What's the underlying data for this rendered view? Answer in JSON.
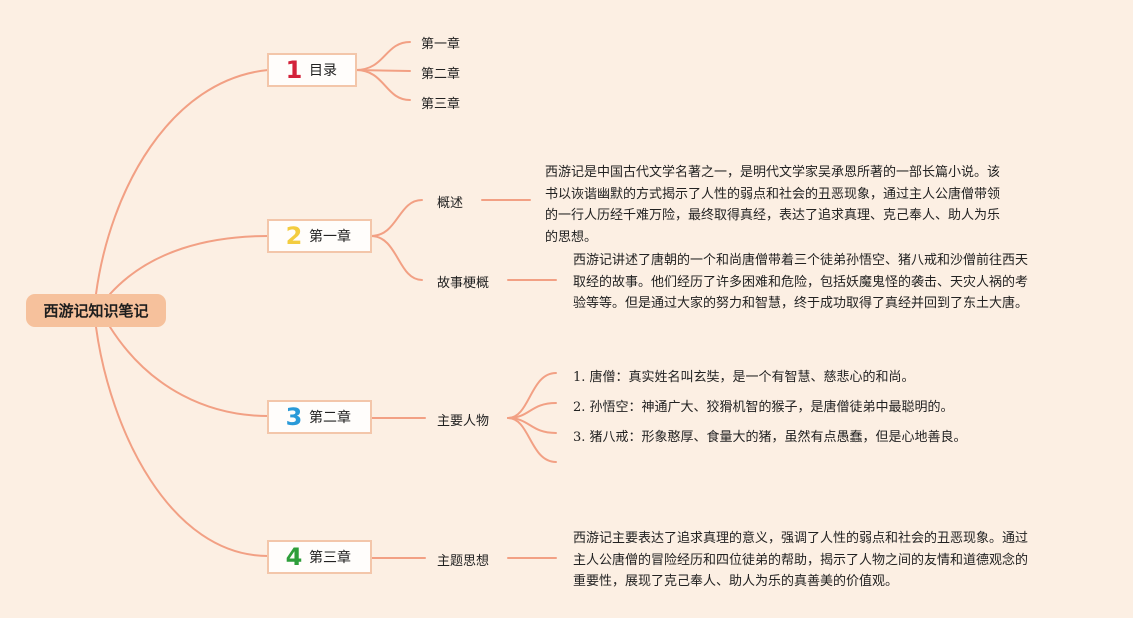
{
  "root": {
    "title": "西游记知识笔记"
  },
  "chapters": [
    {
      "number": "1",
      "number_color": "#d3223a",
      "label": "目录",
      "subs": [
        {
          "label": "第一章"
        },
        {
          "label": "第二章"
        },
        {
          "label": "第三章"
        }
      ]
    },
    {
      "number": "2",
      "number_color": "#f3cc3f",
      "label": "第一章",
      "subs": [
        {
          "label": "概述",
          "lines": [
            "西游记是中国古代文学名著之一，是明代文学家吴承恩所著的一部长篇小说。该",
            "书以诙谐幽默的方式揭示了人性的弱点和社会的丑恶现象，通过主人公唐僧带领",
            "的一行人历经千难万险，最终取得真经，表达了追求真理、克己奉人、助人为乐",
            "的思想。"
          ]
        },
        {
          "label": "故事梗概",
          "lines": [
            "西游记讲述了唐朝的一个和尚唐僧带着三个徒弟孙悟空、猪八戒和沙僧前往西天",
            "取经的故事。他们经历了许多困难和危险，包括妖魔鬼怪的袭击、天灾人祸的考",
            "验等等。但是通过大家的努力和智慧，终于成功取得了真经并回到了东土大唐。"
          ]
        }
      ]
    },
    {
      "number": "3",
      "number_color": "#2a9ad8",
      "label": "第二章",
      "subs": [
        {
          "label": "主要人物",
          "items": [
            {
              "idx": "1.",
              "text": "唐僧：真实姓名叫玄奘，是一个有智慧、慈悲心的和尚。"
            },
            {
              "idx": "2.",
              "text": "孙悟空：神通广大、狡猾机智的猴子，是唐僧徒弟中最聪明的。"
            },
            {
              "idx": "3.",
              "text": "猪八戒：形象憨厚、食量大的猪，虽然有点愚蠢，但是心地善良。"
            }
          ]
        }
      ]
    },
    {
      "number": "4",
      "number_color": "#2e9e3a",
      "label": "第三章",
      "subs": [
        {
          "label": "主题思想",
          "lines": [
            "西游记主要表达了追求真理的意义，强调了人性的弱点和社会的丑恶现象。通过",
            "主人公唐僧的冒险经历和四位徒弟的帮助，揭示了人物之间的友情和道德观念的",
            "重要性，展现了克己奉人、助人为乐的真善美的价值观。"
          ]
        }
      ]
    }
  ],
  "colors": {
    "connector": "#f2a084",
    "root_fill": "#f6c19c",
    "chapter_border": "#f3c6aa",
    "background": "#fcefe3"
  }
}
